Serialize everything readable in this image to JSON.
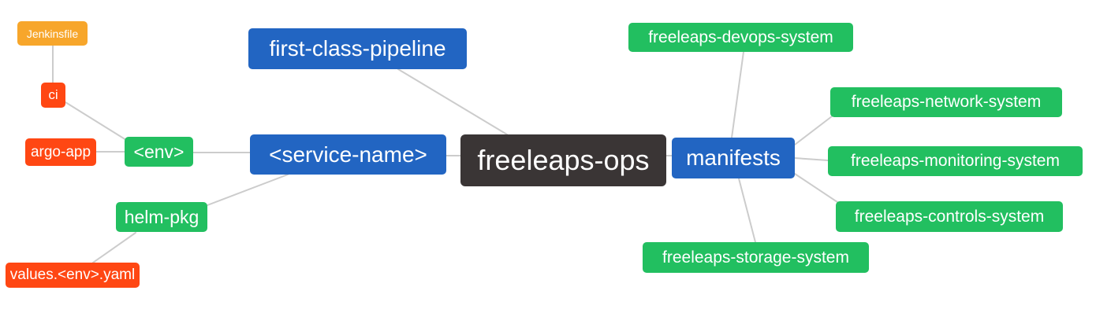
{
  "diagram": {
    "type": "mindmap",
    "root": "freeleaps-ops",
    "nodes": [
      {
        "id": "freeleaps-ops",
        "label": "freeleaps-ops",
        "level": 0,
        "color": "#3A3535"
      },
      {
        "id": "first-class-pipeline",
        "label": "first-class-pipeline",
        "level": 1,
        "color": "#2265C2"
      },
      {
        "id": "service-name",
        "label": "<service-name>",
        "level": 1,
        "color": "#2265C2"
      },
      {
        "id": "manifests",
        "label": "manifests",
        "level": 1,
        "color": "#2265C2"
      },
      {
        "id": "env",
        "label": "<env>",
        "level": 2,
        "color": "#22BF60"
      },
      {
        "id": "helm-pkg",
        "label": "helm-pkg",
        "level": 2,
        "color": "#22BF60"
      },
      {
        "id": "ci",
        "label": "ci",
        "level": 3,
        "color": "#FF4713"
      },
      {
        "id": "argo-app",
        "label": "argo-app",
        "level": 3,
        "color": "#FF4713"
      },
      {
        "id": "jenkinsfile",
        "label": "Jenkinsfile",
        "level": 4,
        "color": "#F7A62B"
      },
      {
        "id": "values-env-yaml",
        "label": "values.<env>.yaml",
        "level": 3,
        "color": "#FF4713"
      },
      {
        "id": "freeleaps-devops-system",
        "label": "freeleaps-devops-system",
        "level": 2,
        "color": "#22BF60"
      },
      {
        "id": "freeleaps-network-system",
        "label": "freeleaps-network-system",
        "level": 2,
        "color": "#22BF60"
      },
      {
        "id": "freeleaps-monitoring-system",
        "label": "freeleaps-monitoring-system",
        "level": 2,
        "color": "#22BF60"
      },
      {
        "id": "freeleaps-controls-system",
        "label": "freeleaps-controls-system",
        "level": 2,
        "color": "#22BF60"
      },
      {
        "id": "freeleaps-storage-system",
        "label": "freeleaps-storage-system",
        "level": 2,
        "color": "#22BF60"
      }
    ],
    "edges": [
      [
        "jenkinsfile",
        "ci"
      ],
      [
        "ci",
        "env"
      ],
      [
        "argo-app",
        "env"
      ],
      [
        "env",
        "service-name"
      ],
      [
        "helm-pkg",
        "service-name"
      ],
      [
        "values-env-yaml",
        "helm-pkg"
      ],
      [
        "first-class-pipeline",
        "freeleaps-ops"
      ],
      [
        "service-name",
        "freeleaps-ops"
      ],
      [
        "freeleaps-ops",
        "manifests"
      ],
      [
        "manifests",
        "freeleaps-devops-system"
      ],
      [
        "manifests",
        "freeleaps-network-system"
      ],
      [
        "manifests",
        "freeleaps-monitoring-system"
      ],
      [
        "manifests",
        "freeleaps-controls-system"
      ],
      [
        "manifests",
        "freeleaps-storage-system"
      ]
    ]
  },
  "colors": {
    "background": "#FFFFFF",
    "edge": "#CCCCCC",
    "text": "#FFFFFF",
    "root": "#3A3535",
    "level1_blue": "#2265C2",
    "level2_green": "#22BF60",
    "level3_red": "#FF4713",
    "level4_orange": "#F7A62B"
  }
}
